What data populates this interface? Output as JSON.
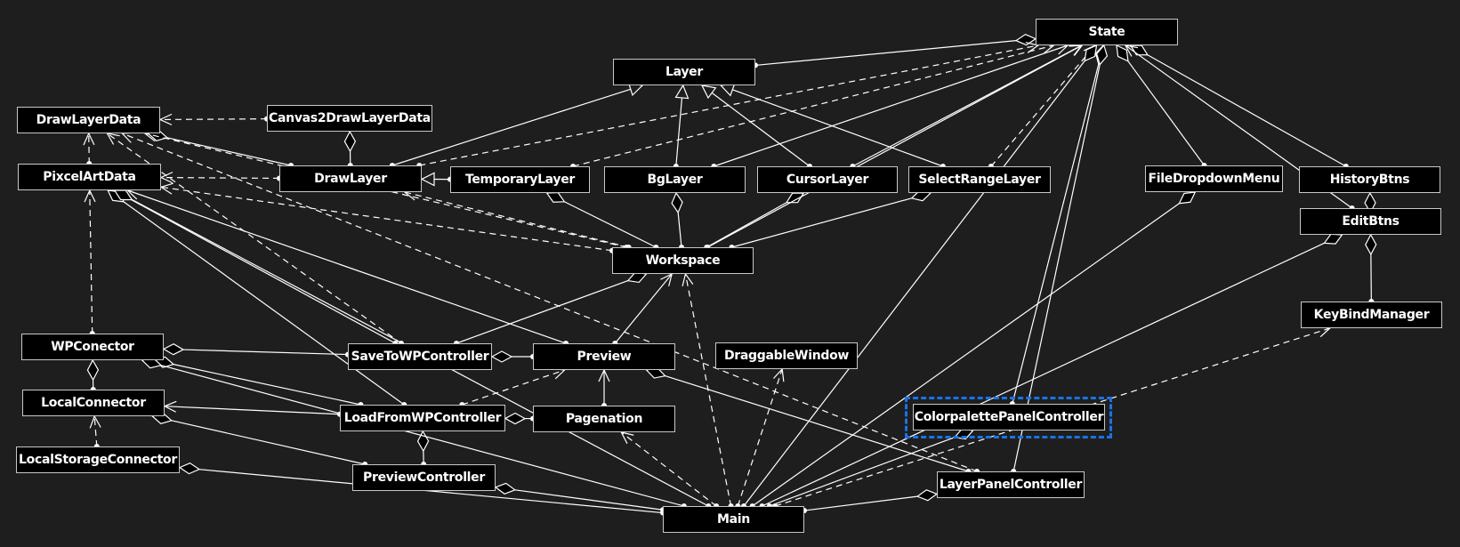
{
  "diagram": {
    "type": "uml-class-diagram",
    "selected_node": "ColorpalettePanelController",
    "colors": {
      "background": "#1e1e1e",
      "node_fill": "#000000",
      "node_border": "#c8c8c8",
      "text": "#ffffff",
      "edge": "#ffffff",
      "selection": "#1a73e8"
    },
    "nodes": [
      {
        "id": "State",
        "label": "State"
      },
      {
        "id": "Layer",
        "label": "Layer"
      },
      {
        "id": "DrawLayerData",
        "label": "DrawLayerData"
      },
      {
        "id": "Canvas2DrawLayerData",
        "label": "Canvas2DrawLayerData"
      },
      {
        "id": "PixcelArtData",
        "label": "PixcelArtData"
      },
      {
        "id": "DrawLayer",
        "label": "DrawLayer"
      },
      {
        "id": "TemporaryLayer",
        "label": "TemporaryLayer"
      },
      {
        "id": "BgLayer",
        "label": "BgLayer"
      },
      {
        "id": "CursorLayer",
        "label": "CursorLayer"
      },
      {
        "id": "SelectRangeLayer",
        "label": "SelectRangeLayer"
      },
      {
        "id": "FileDropdownMenu",
        "label": "FileDropdownMenu"
      },
      {
        "id": "HistoryBtns",
        "label": "HistoryBtns"
      },
      {
        "id": "EditBtns",
        "label": "EditBtns"
      },
      {
        "id": "Workspace",
        "label": "Workspace"
      },
      {
        "id": "KeyBindManager",
        "label": "KeyBindManager"
      },
      {
        "id": "WPConector",
        "label": "WPConector"
      },
      {
        "id": "SaveToWPController",
        "label": "SaveToWPController"
      },
      {
        "id": "Preview",
        "label": "Preview"
      },
      {
        "id": "DraggableWindow",
        "label": "DraggableWindow"
      },
      {
        "id": "LocalConnector",
        "label": "LocalConnector"
      },
      {
        "id": "LoadFromWPController",
        "label": "LoadFromWPController"
      },
      {
        "id": "Pagenation",
        "label": "Pagenation"
      },
      {
        "id": "ColorpalettePanelController",
        "label": "ColorpalettePanelController"
      },
      {
        "id": "LocalStorageConnector",
        "label": "LocalStorageConnector"
      },
      {
        "id": "PreviewController",
        "label": "PreviewController"
      },
      {
        "id": "LayerPanelController",
        "label": "LayerPanelController"
      },
      {
        "id": "Main",
        "label": "Main"
      }
    ],
    "edges": [
      {
        "from": "Layer",
        "to": "State",
        "kind": "aggregation"
      },
      {
        "from": "DrawLayer",
        "to": "Layer",
        "kind": "inheritance"
      },
      {
        "from": "BgLayer",
        "to": "Layer",
        "kind": "inheritance"
      },
      {
        "from": "CursorLayer",
        "to": "Layer",
        "kind": "inheritance"
      },
      {
        "from": "SelectRangeLayer",
        "to": "Layer",
        "kind": "inheritance"
      },
      {
        "from": "TemporaryLayer",
        "to": "DrawLayer",
        "kind": "inheritance"
      },
      {
        "from": "Canvas2DrawLayerData",
        "to": "DrawLayerData",
        "kind": "dependency"
      },
      {
        "from": "DrawLayer",
        "to": "Canvas2DrawLayerData",
        "kind": "aggregation"
      },
      {
        "from": "PixcelArtData",
        "to": "DrawLayerData",
        "kind": "dependency"
      },
      {
        "from": "DrawLayer",
        "to": "DrawLayerData",
        "kind": "aggregation"
      },
      {
        "from": "DrawLayer",
        "to": "PixcelArtData",
        "kind": "dependency"
      },
      {
        "from": "Workspace",
        "to": "DrawLayerData",
        "kind": "dependency"
      },
      {
        "from": "Workspace",
        "to": "PixcelArtData",
        "kind": "dependency"
      },
      {
        "from": "Workspace",
        "to": "TemporaryLayer",
        "kind": "aggregation"
      },
      {
        "from": "Workspace",
        "to": "BgLayer",
        "kind": "aggregation"
      },
      {
        "from": "Workspace",
        "to": "CursorLayer",
        "kind": "aggregation"
      },
      {
        "from": "Workspace",
        "to": "SelectRangeLayer",
        "kind": "aggregation"
      },
      {
        "from": "Workspace",
        "to": "DrawLayer",
        "kind": "dependency"
      },
      {
        "from": "DrawLayer",
        "to": "State",
        "kind": "dependency"
      },
      {
        "from": "TemporaryLayer",
        "to": "State",
        "kind": "dependency"
      },
      {
        "from": "BgLayer",
        "to": "State",
        "kind": "association"
      },
      {
        "from": "CursorLayer",
        "to": "State",
        "kind": "association"
      },
      {
        "from": "SelectRangeLayer",
        "to": "State",
        "kind": "dependency"
      },
      {
        "from": "Workspace",
        "to": "State",
        "kind": "association"
      },
      {
        "from": "FileDropdownMenu",
        "to": "State",
        "kind": "aggregation"
      },
      {
        "from": "HistoryBtns",
        "to": "State",
        "kind": "aggregation"
      },
      {
        "from": "EditBtns",
        "to": "State",
        "kind": "association"
      },
      {
        "from": "EditBtns",
        "to": "HistoryBtns",
        "kind": "aggregation"
      },
      {
        "from": "KeyBindManager",
        "to": "EditBtns",
        "kind": "aggregation"
      },
      {
        "from": "WPConector",
        "to": "PixcelArtData",
        "kind": "dependency"
      },
      {
        "from": "LocalConnector",
        "to": "WPConector",
        "kind": "aggregation"
      },
      {
        "from": "LocalStorageConnector",
        "to": "LocalConnector",
        "kind": "dependency"
      },
      {
        "from": "SaveToWPController",
        "to": "WPConector",
        "kind": "aggregation"
      },
      {
        "from": "SaveToWPController",
        "to": "PixcelArtData",
        "kind": "aggregation"
      },
      {
        "from": "SaveToWPController",
        "to": "DrawLayerData",
        "kind": "dependency"
      },
      {
        "from": "SaveToWPController",
        "to": "Workspace",
        "kind": "aggregation"
      },
      {
        "from": "Preview",
        "to": "SaveToWPController",
        "kind": "aggregation"
      },
      {
        "from": "Preview",
        "to": "PixcelArtData",
        "kind": "association"
      },
      {
        "from": "Preview",
        "to": "Workspace",
        "kind": "association"
      },
      {
        "from": "LoadFromWPController",
        "to": "WPConector",
        "kind": "aggregation"
      },
      {
        "from": "LoadFromWPController",
        "to": "LocalConnector",
        "kind": "association"
      },
      {
        "from": "LoadFromWPController",
        "to": "PixcelArtData",
        "kind": "aggregation"
      },
      {
        "from": "LoadFromWPController",
        "to": "Preview",
        "kind": "dependency"
      },
      {
        "from": "Pagenation",
        "to": "LoadFromWPController",
        "kind": "aggregation"
      },
      {
        "from": "Pagenation",
        "to": "Preview",
        "kind": "association"
      },
      {
        "from": "PreviewController",
        "to": "LoadFromWPController",
        "kind": "aggregation"
      },
      {
        "from": "PreviewController",
        "to": "LocalConnector",
        "kind": "aggregation"
      },
      {
        "from": "Main",
        "to": "PreviewController",
        "kind": "aggregation"
      },
      {
        "from": "Main",
        "to": "LocalStorageConnector",
        "kind": "aggregation"
      },
      {
        "from": "Main",
        "to": "WPConector",
        "kind": "aggregation"
      },
      {
        "from": "Main",
        "to": "PixcelArtData",
        "kind": "aggregation"
      },
      {
        "from": "Main",
        "to": "Workspace",
        "kind": "dependency"
      },
      {
        "from": "Main",
        "to": "DraggableWindow",
        "kind": "dependency"
      },
      {
        "from": "Main",
        "to": "Pagenation",
        "kind": "dependency"
      },
      {
        "from": "Main",
        "to": "State",
        "kind": "aggregation"
      },
      {
        "from": "Main",
        "to": "FileDropdownMenu",
        "kind": "aggregation"
      },
      {
        "from": "Main",
        "to": "EditBtns",
        "kind": "aggregation"
      },
      {
        "from": "Main",
        "to": "LayerPanelController",
        "kind": "aggregation"
      },
      {
        "from": "Main",
        "to": "ColorpalettePanelController",
        "kind": "aggregation"
      },
      {
        "from": "Main",
        "to": "KeyBindManager",
        "kind": "dependency"
      },
      {
        "from": "ColorpalettePanelController",
        "to": "State",
        "kind": "aggregation"
      },
      {
        "from": "LayerPanelController",
        "to": "State",
        "kind": "aggregation"
      },
      {
        "from": "LayerPanelController",
        "to": "Preview",
        "kind": "aggregation"
      },
      {
        "from": "LayerPanelController",
        "to": "DrawLayerData",
        "kind": "dependency"
      }
    ]
  }
}
